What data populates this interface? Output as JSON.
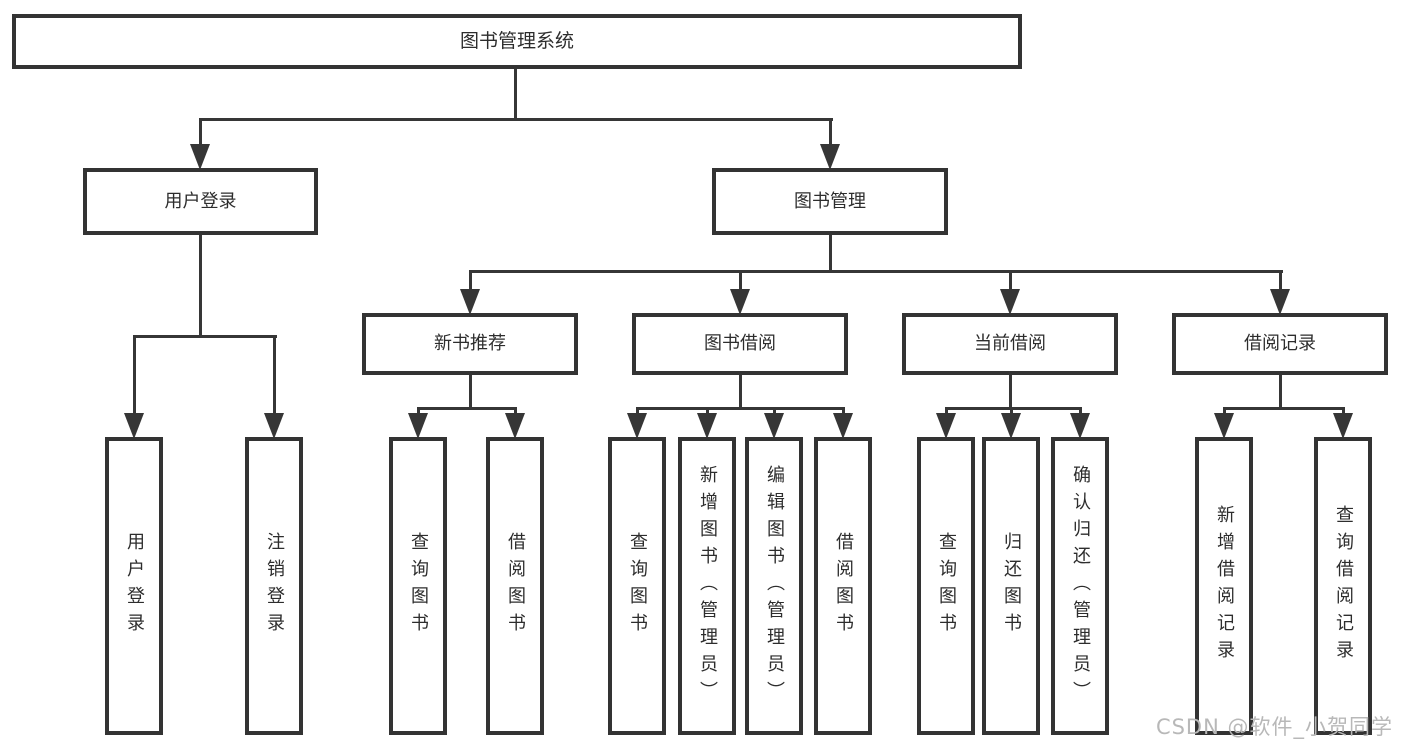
{
  "tree": {
    "root": "图书管理系统",
    "branches": [
      {
        "label": "用户登录",
        "leaves": [
          "用户登录",
          "注销登录"
        ]
      },
      {
        "label": "图书管理",
        "groups": [
          {
            "label": "新书推荐",
            "leaves": [
              "查询图书",
              "借阅图书"
            ]
          },
          {
            "label": "图书借阅",
            "leaves": [
              "查询图书",
              "新增图书（管理员）",
              "编辑图书（管理员）",
              "借阅图书"
            ]
          },
          {
            "label": "当前借阅",
            "leaves": [
              "查询图书",
              "归还图书",
              "确认归还（管理员）"
            ]
          },
          {
            "label": "借阅记录",
            "leaves": [
              "新增借阅记录",
              "查询借阅记录"
            ]
          }
        ]
      }
    ]
  },
  "watermark": {
    "text": "CSDN @软件_小贺同学"
  },
  "colors": {
    "line": "#363636",
    "box_border": "#333333",
    "text": "#2d2d2d",
    "watermark": "#b8b8b8",
    "background": "#ffffff"
  }
}
